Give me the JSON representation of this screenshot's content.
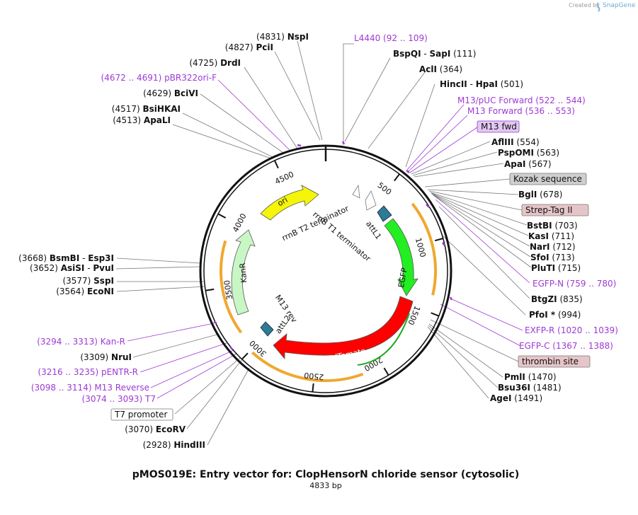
{
  "credit": {
    "prefix": "Created by",
    "brand": "SnapGene"
  },
  "title": "pMOS019E: Entry vector for: ClopHensorN chloride sensor (cytosolic)",
  "length_label": "4833 bp",
  "tick_labels": [
    "500",
    "1000",
    "1500",
    "2000",
    "2500",
    "3000",
    "3500",
    "4000",
    "4500"
  ],
  "sites_left": [
    {
      "pos": "(4831)",
      "name": "NspI"
    },
    {
      "pos": "(4827)",
      "name": "PciI"
    },
    {
      "pos": "(4725)",
      "name": "DrdI"
    },
    {
      "range": "(4672 .. 4691)",
      "name": "pBR322ori-F",
      "purple": true
    },
    {
      "pos": "(4629)",
      "name": "BciVI"
    },
    {
      "pos": "(4517)",
      "name": "BsiHKAI"
    },
    {
      "pos": "(4513)",
      "name": "ApaLI"
    },
    {
      "pos": "(3668)",
      "name": "BsmBI",
      "name2": "Esp3I"
    },
    {
      "pos": "(3652)",
      "name": "AsiSI",
      "name2": "PvuI"
    },
    {
      "pos": "(3577)",
      "name": "SspI"
    },
    {
      "pos": "(3564)",
      "name": "EcoNI"
    },
    {
      "range": "(3294 .. 3313)",
      "name": "Kan-R",
      "purple": true
    },
    {
      "pos": "(3309)",
      "name": "NruI"
    },
    {
      "range": "(3216 .. 3235)",
      "name": "pENTR-R",
      "purple": true
    },
    {
      "range": "(3098 .. 3114)",
      "name": "M13 Reverse",
      "purple": true
    },
    {
      "range": "(3074 .. 3093)",
      "name": "T7",
      "purple": true
    },
    {
      "boxed": "T7 promoter"
    },
    {
      "pos": "(3070)",
      "name": "EcoRV"
    },
    {
      "pos": "(2928)",
      "name": "HindIII"
    }
  ],
  "sites_right": [
    {
      "name": "L4440",
      "range": "(92 .. 109)",
      "purple": true
    },
    {
      "name": "BspQI",
      "name2": "SapI",
      "pos": "(111)"
    },
    {
      "name": "AclI",
      "pos": "(364)"
    },
    {
      "name": "HincII",
      "name2": "HpaI",
      "pos": "(501)"
    },
    {
      "name": "M13/pUC Forward",
      "range": "(522 .. 544)",
      "purple": true
    },
    {
      "name": "M13 Forward",
      "range": "(536 .. 553)",
      "purple": true
    },
    {
      "boxed": "M13 fwd"
    },
    {
      "name": "AflIII",
      "pos": "(554)"
    },
    {
      "name": "PspOMI",
      "pos": "(563)"
    },
    {
      "name": "ApaI",
      "pos": "(567)"
    },
    {
      "boxed": "Kozak sequence"
    },
    {
      "name": "BglI",
      "pos": "(678)"
    },
    {
      "boxed": "Strep-Tag II"
    },
    {
      "name": "BstBI",
      "pos": "(703)"
    },
    {
      "name": "KasI",
      "pos": "(711)"
    },
    {
      "name": "NarI",
      "pos": "(712)"
    },
    {
      "name": "SfoI",
      "pos": "(713)"
    },
    {
      "name": "PluTI",
      "pos": "(715)"
    },
    {
      "name": "EGFP-N",
      "range": "(759 .. 780)",
      "purple": true
    },
    {
      "name": "BtgZI",
      "pos": "(835)"
    },
    {
      "name": "PfoI *",
      "pos": "(994)"
    },
    {
      "name": "EXFP-R",
      "range": "(1020 .. 1039)",
      "purple": true
    },
    {
      "name": "EGFP-C",
      "range": "(1367 .. 1388)",
      "purple": true
    },
    {
      "boxed": "thrombin site"
    },
    {
      "name": "PmlI",
      "pos": "(1470)"
    },
    {
      "name": "Bsu36I",
      "pos": "(1481)"
    },
    {
      "name": "AgeI",
      "pos": "(1491)"
    }
  ],
  "features": {
    "ori": "ori",
    "kanr": "KanR",
    "egfp": "EGFP",
    "tdtomato": "tdTomato",
    "rrnb_t2": "rrnB T2 terminator",
    "rrnb_t1": "rrnB T1 terminator",
    "attl1": "attL1",
    "attl2": "attL2",
    "m13rev": "M13 rev"
  },
  "colors": {
    "ori": "#f5f50a",
    "kanr": "#c8f7c5",
    "egfp": "#22ee22",
    "tdtomato": "#ff0000",
    "att": "#2b7c94",
    "orange_arc": "#f0a830",
    "purple": "#9d3ad3",
    "backbone": "#111111"
  }
}
